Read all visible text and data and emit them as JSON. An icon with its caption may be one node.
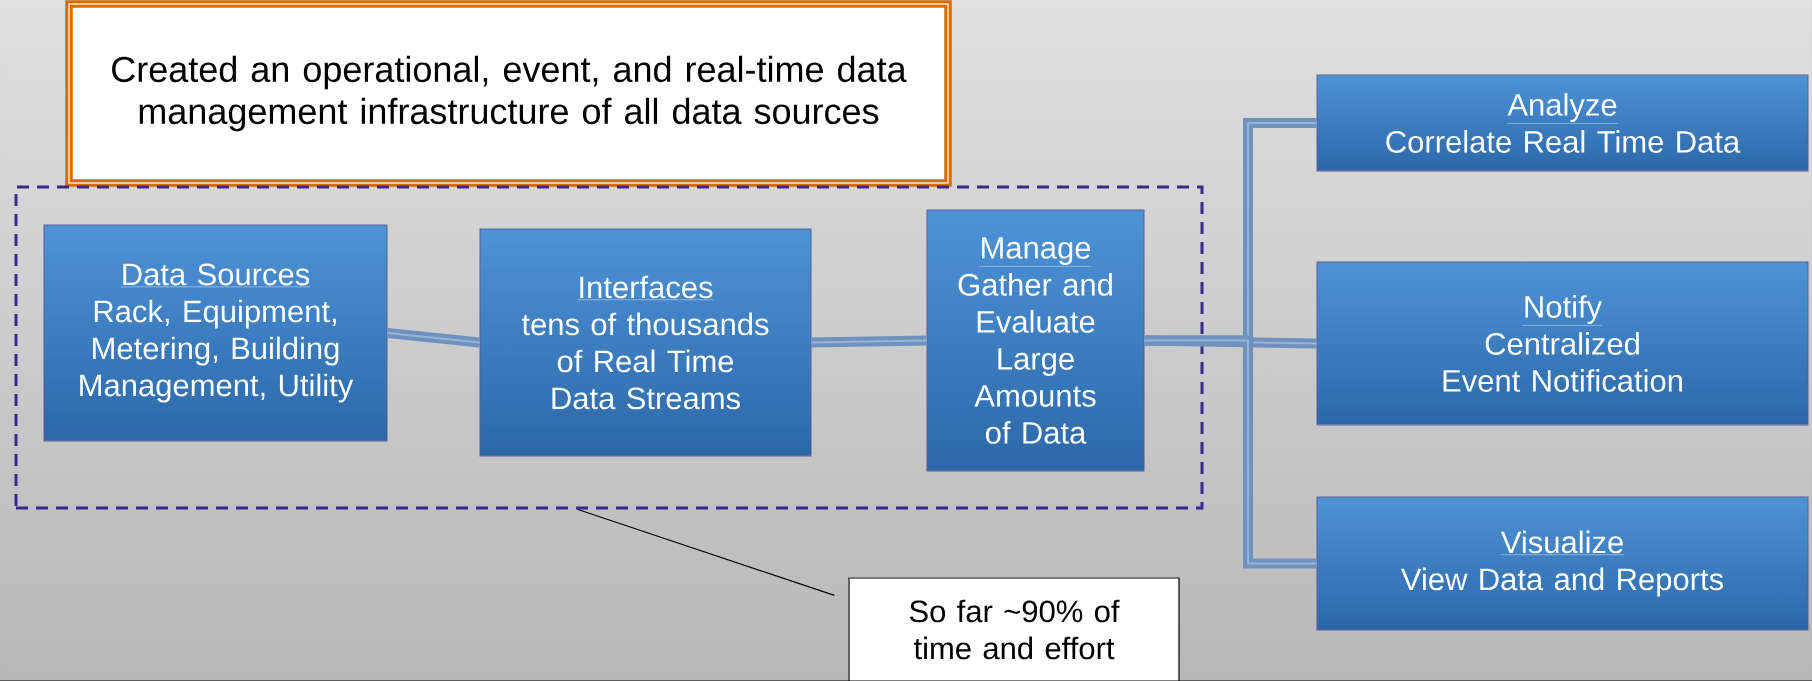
{
  "diagram": {
    "nodes": [
      {
        "text": [
          "Created an operational, event, and real-time data management infrastructure of all data sources"
        ]
      },
      {
        "text": [],
        "shape": "box"
      },
      {
        "text": [
          "Data Sources",
          "Rack, Equipment, Metering, Building Management, Utility"
        ],
        "in": 1
      },
      {
        "text": [
          "Interfaces",
          "tens of thousands of Real Time Data Streams"
        ],
        "in": 1
      },
      {
        "text": [
          "Manage",
          "Gather and Evaluate Large Amounts of Data"
        ],
        "in": 1
      },
      {
        "text": [
          "Analyze",
          "Correlate Real Time Data"
        ]
      },
      {
        "text": [
          "Notify",
          "Centralized Event Notification"
        ]
      },
      {
        "text": [
          "Visualize",
          "View Data and Reports"
        ]
      },
      {
        "text": [
          "So far ~90% of time and effort"
        ]
      }
    ],
    "edges": [
      {
        "from": 2,
        "to": 3,
        "arrow": "none"
      },
      {
        "from": 3,
        "to": 4,
        "arrow": "none"
      },
      {
        "from": 4,
        "to": 5,
        "arrow": "none"
      },
      {
        "from": 4,
        "to": 6,
        "arrow": "none"
      },
      {
        "from": 4,
        "to": 7,
        "arrow": "none"
      },
      {
        "from": 8,
        "to": 1,
        "arrow": "none",
        "color": "#000000"
      }
    ]
  }
}
